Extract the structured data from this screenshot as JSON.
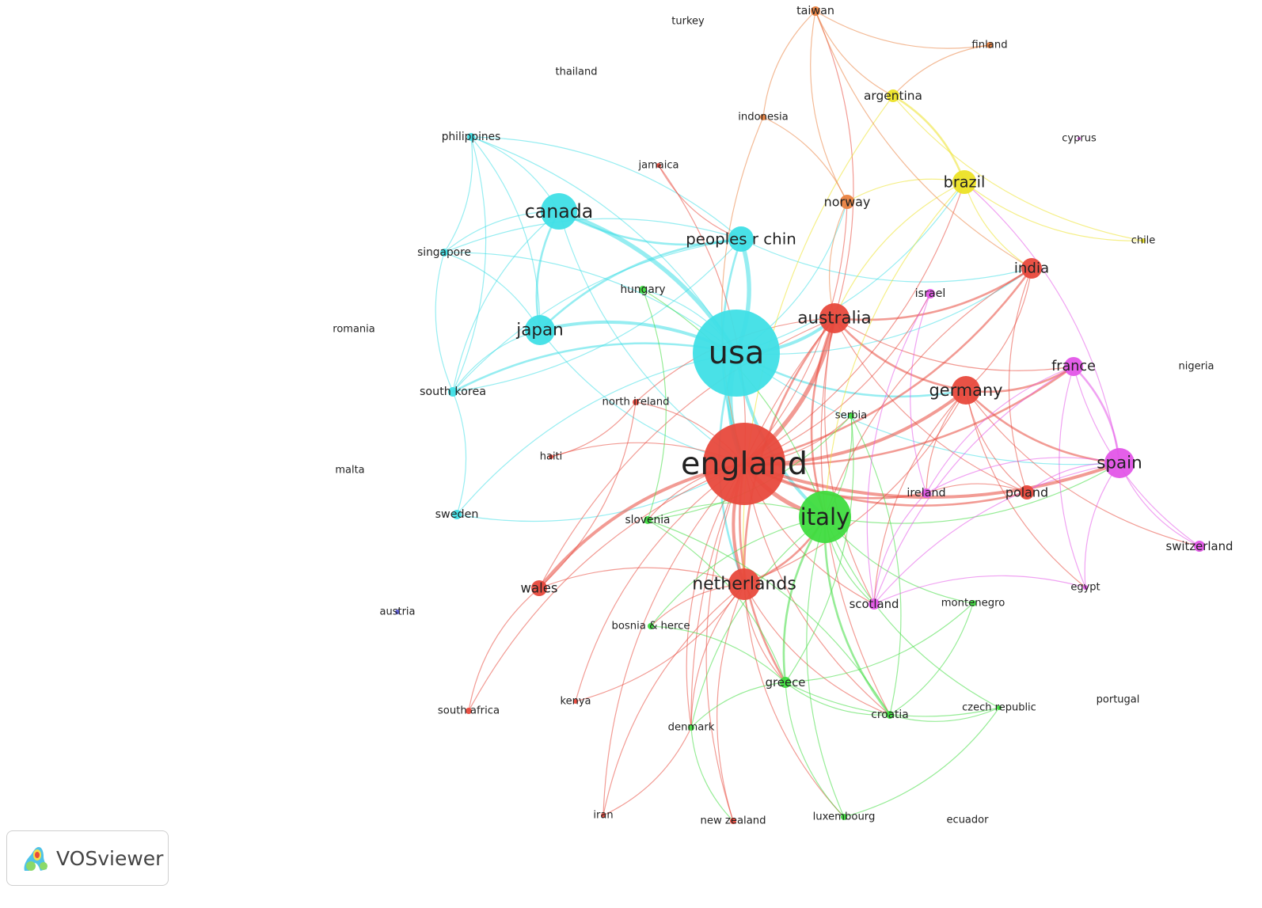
{
  "badge": {
    "label": "VOSviewer",
    "icon": "vosviewer-logo-icon"
  },
  "clusters": {
    "red": "#e8493c",
    "green": "#3fdc3f",
    "cyan": "#3fdfe6",
    "yellow": "#ece226",
    "magenta": "#e356e8",
    "orange": "#ea8240",
    "blue": "#5a5ae0"
  },
  "nodes": [
    {
      "id": "usa",
      "label": "usa",
      "weight": 55,
      "cluster": "cyan"
    },
    {
      "id": "england",
      "label": "england",
      "weight": 52,
      "cluster": "red"
    },
    {
      "id": "italy",
      "label": "italy",
      "weight": 33,
      "cluster": "green"
    },
    {
      "id": "canada",
      "label": "canada",
      "weight": 23,
      "cluster": "cyan"
    },
    {
      "id": "peoples r chin",
      "label": "peoples r chin",
      "weight": 16,
      "cluster": "cyan"
    },
    {
      "id": "japan",
      "label": "japan",
      "weight": 19,
      "cluster": "cyan"
    },
    {
      "id": "australia",
      "label": "australia",
      "weight": 19,
      "cluster": "red"
    },
    {
      "id": "netherlands",
      "label": "netherlands",
      "weight": 20,
      "cluster": "red"
    },
    {
      "id": "germany",
      "label": "germany",
      "weight": 18,
      "cluster": "red"
    },
    {
      "id": "spain",
      "label": "spain",
      "weight": 19,
      "cluster": "magenta"
    },
    {
      "id": "brazil",
      "label": "brazil",
      "weight": 15,
      "cluster": "yellow"
    },
    {
      "id": "india",
      "label": "india",
      "weight": 13,
      "cluster": "red"
    },
    {
      "id": "france",
      "label": "france",
      "weight": 12,
      "cluster": "magenta"
    },
    {
      "id": "wales",
      "label": "wales",
      "weight": 10,
      "cluster": "red"
    },
    {
      "id": "norway",
      "label": "norway",
      "weight": 9,
      "cluster": "orange"
    },
    {
      "id": "poland",
      "label": "poland",
      "weight": 9,
      "cluster": "red"
    },
    {
      "id": "greece",
      "label": "greece",
      "weight": 7,
      "cluster": "green"
    },
    {
      "id": "argentina",
      "label": "argentina",
      "weight": 8,
      "cluster": "yellow"
    },
    {
      "id": "switzerland",
      "label": "switzerland",
      "weight": 7,
      "cluster": "magenta"
    },
    {
      "id": "scotland",
      "label": "scotland",
      "weight": 7,
      "cluster": "magenta"
    },
    {
      "id": "ireland",
      "label": "ireland",
      "weight": 6,
      "cluster": "magenta"
    },
    {
      "id": "israel",
      "label": "israel",
      "weight": 6,
      "cluster": "magenta"
    },
    {
      "id": "taiwan",
      "label": "taiwan",
      "weight": 6,
      "cluster": "orange"
    },
    {
      "id": "sweden",
      "label": "sweden",
      "weight": 6,
      "cluster": "cyan"
    },
    {
      "id": "south korea",
      "label": "south korea",
      "weight": 6,
      "cluster": "cyan"
    },
    {
      "id": "singapore",
      "label": "singapore",
      "weight": 5,
      "cluster": "cyan"
    },
    {
      "id": "philippines",
      "label": "philippines",
      "weight": 5,
      "cluster": "cyan"
    },
    {
      "id": "hungary",
      "label": "hungary",
      "weight": 5,
      "cluster": "green"
    },
    {
      "id": "slovenia",
      "label": "slovenia",
      "weight": 5,
      "cluster": "green"
    },
    {
      "id": "croatia",
      "label": "croatia",
      "weight": 5,
      "cluster": "green"
    },
    {
      "id": "serbia",
      "label": "serbia",
      "weight": 4,
      "cluster": "green"
    },
    {
      "id": "montenegro",
      "label": "montenegro",
      "weight": 4,
      "cluster": "green"
    },
    {
      "id": "bosnia & herce",
      "label": "bosnia & herce",
      "weight": 4,
      "cluster": "green"
    },
    {
      "id": "denmark",
      "label": "denmark",
      "weight": 4,
      "cluster": "green"
    },
    {
      "id": "luxembourg",
      "label": "luxembourg",
      "weight": 4,
      "cluster": "green"
    },
    {
      "id": "czech republic",
      "label": "czech republic",
      "weight": 3,
      "cluster": "green"
    },
    {
      "id": "north ireland",
      "label": "north ireland",
      "weight": 4,
      "cluster": "red"
    },
    {
      "id": "haiti",
      "label": "haiti",
      "weight": 3,
      "cluster": "red"
    },
    {
      "id": "south africa",
      "label": "south africa",
      "weight": 4,
      "cluster": "red"
    },
    {
      "id": "kenya",
      "label": "kenya",
      "weight": 3,
      "cluster": "red"
    },
    {
      "id": "iran",
      "label": "iran",
      "weight": 3,
      "cluster": "red"
    },
    {
      "id": "new zealand",
      "label": "new zealand",
      "weight": 4,
      "cluster": "red"
    },
    {
      "id": "jamaica",
      "label": "jamaica",
      "weight": 3,
      "cluster": "red"
    },
    {
      "id": "egypt",
      "label": "egypt",
      "weight": 3,
      "cluster": "magenta"
    },
    {
      "id": "chile",
      "label": "chile",
      "weight": 3,
      "cluster": "yellow"
    },
    {
      "id": "finland",
      "label": "finland",
      "weight": 4,
      "cluster": "orange"
    },
    {
      "id": "indonesia",
      "label": "indonesia",
      "weight": 4,
      "cluster": "orange"
    },
    {
      "id": "cyprus",
      "label": "cyprus",
      "weight": 2,
      "cluster": "magenta"
    },
    {
      "id": "austria",
      "label": "austria",
      "weight": 3,
      "cluster": "blue"
    },
    {
      "id": "turkey",
      "label": "turkey",
      "weight": 2,
      "cluster": null
    },
    {
      "id": "thailand",
      "label": "thailand",
      "weight": 2,
      "cluster": null
    },
    {
      "id": "romania",
      "label": "romania",
      "weight": 2,
      "cluster": null
    },
    {
      "id": "malta",
      "label": "malta",
      "weight": 2,
      "cluster": null
    },
    {
      "id": "nigeria",
      "label": "nigeria",
      "weight": 2,
      "cluster": null
    },
    {
      "id": "portugal",
      "label": "portugal",
      "weight": 2,
      "cluster": null
    },
    {
      "id": "ecuador",
      "label": "ecuador",
      "weight": 2,
      "cluster": null
    }
  ],
  "links": [
    [
      "usa",
      "england",
      5
    ],
    [
      "usa",
      "canada",
      4
    ],
    [
      "usa",
      "peoples r chin",
      4
    ],
    [
      "usa",
      "japan",
      3
    ],
    [
      "usa",
      "italy",
      3
    ],
    [
      "usa",
      "australia",
      3
    ],
    [
      "usa",
      "netherlands",
      2
    ],
    [
      "usa",
      "germany",
      2
    ],
    [
      "usa",
      "south korea",
      2
    ],
    [
      "usa",
      "singapore",
      1
    ],
    [
      "usa",
      "philippines",
      1
    ],
    [
      "usa",
      "spain",
      1
    ],
    [
      "usa",
      "brazil",
      1
    ],
    [
      "usa",
      "india",
      1
    ],
    [
      "usa",
      "norway",
      1
    ],
    [
      "usa",
      "sweden",
      1
    ],
    [
      "usa",
      "hungary",
      1
    ],
    [
      "canada",
      "peoples r chin",
      2
    ],
    [
      "canada",
      "japan",
      2
    ],
    [
      "canada",
      "singapore",
      1
    ],
    [
      "canada",
      "south korea",
      1
    ],
    [
      "canada",
      "philippines",
      1
    ],
    [
      "canada",
      "england",
      1
    ],
    [
      "peoples r chin",
      "japan",
      2
    ],
    [
      "peoples r chin",
      "philippines",
      1
    ],
    [
      "peoples r chin",
      "singapore",
      1
    ],
    [
      "peoples r chin",
      "south korea",
      1
    ],
    [
      "peoples r chin",
      "england",
      2
    ],
    [
      "peoples r chin",
      "india",
      1
    ],
    [
      "japan",
      "singapore",
      1
    ],
    [
      "japan",
      "south korea",
      1
    ],
    [
      "japan",
      "philippines",
      1
    ],
    [
      "japan",
      "england",
      1
    ],
    [
      "singapore",
      "philippines",
      1
    ],
    [
      "singapore",
      "south korea",
      1
    ],
    [
      "south korea",
      "philippines",
      1
    ],
    [
      "south korea",
      "peoples r chin",
      1
    ],
    [
      "sweden",
      "south korea",
      1
    ],
    [
      "sweden",
      "england",
      1
    ],
    [
      "england",
      "italy",
      4
    ],
    [
      "england",
      "australia",
      4
    ],
    [
      "england",
      "netherlands",
      3
    ],
    [
      "england",
      "germany",
      3
    ],
    [
      "england",
      "spain",
      3
    ],
    [
      "england",
      "wales",
      3
    ],
    [
      "england",
      "india",
      2
    ],
    [
      "england",
      "poland",
      2
    ],
    [
      "england",
      "france",
      2
    ],
    [
      "england",
      "ireland",
      2
    ],
    [
      "england",
      "scotland",
      1
    ],
    [
      "england",
      "greece",
      2
    ],
    [
      "england",
      "slovenia",
      1
    ],
    [
      "england",
      "croatia",
      1
    ],
    [
      "england",
      "denmark",
      1
    ],
    [
      "england",
      "new zealand",
      1
    ],
    [
      "england",
      "south africa",
      1
    ],
    [
      "england",
      "kenya",
      1
    ],
    [
      "england",
      "haiti",
      1
    ],
    [
      "england",
      "north ireland",
      1
    ],
    [
      "england",
      "serbia",
      1
    ],
    [
      "england",
      "brazil",
      1
    ],
    [
      "england",
      "norway",
      1
    ],
    [
      "england",
      "israel",
      1
    ],
    [
      "england",
      "iran",
      1
    ],
    [
      "england",
      "jamaica",
      1
    ],
    [
      "australia",
      "germany",
      2
    ],
    [
      "australia",
      "india",
      2
    ],
    [
      "australia",
      "netherlands",
      2
    ],
    [
      "australia",
      "italy",
      2
    ],
    [
      "australia",
      "poland",
      1
    ],
    [
      "australia",
      "taiwan",
      1
    ],
    [
      "australia",
      "wales",
      1
    ],
    [
      "australia",
      "france",
      1
    ],
    [
      "australia",
      "north ireland",
      1
    ],
    [
      "australia",
      "scotland",
      1
    ],
    [
      "australia",
      "croatia",
      1
    ],
    [
      "australia",
      "denmark",
      1
    ],
    [
      "netherlands",
      "italy",
      2
    ],
    [
      "netherlands",
      "germany",
      1
    ],
    [
      "netherlands",
      "wales",
      1
    ],
    [
      "netherlands",
      "greece",
      1
    ],
    [
      "netherlands",
      "new zealand",
      1
    ],
    [
      "netherlands",
      "iran",
      1
    ],
    [
      "netherlands",
      "bosnia & herce",
      1
    ],
    [
      "netherlands",
      "croatia",
      1
    ],
    [
      "netherlands",
      "luxembourg",
      1
    ],
    [
      "netherlands",
      "denmark",
      1
    ],
    [
      "italy",
      "greece",
      2
    ],
    [
      "italy",
      "croatia",
      2
    ],
    [
      "italy",
      "slovenia",
      1
    ],
    [
      "italy",
      "serbia",
      1
    ],
    [
      "italy",
      "montenegro",
      1
    ],
    [
      "italy",
      "bosnia & herce",
      1
    ],
    [
      "italy",
      "luxembourg",
      1
    ],
    [
      "italy",
      "czech republic",
      1
    ],
    [
      "italy",
      "denmark",
      1
    ],
    [
      "italy",
      "hungary",
      1
    ],
    [
      "italy",
      "spain",
      1
    ],
    [
      "italy",
      "scotland",
      1
    ],
    [
      "greece",
      "croatia",
      1
    ],
    [
      "greece",
      "slovenia",
      1
    ],
    [
      "greece",
      "serbia",
      1
    ],
    [
      "greece",
      "montenegro",
      1
    ],
    [
      "greece",
      "luxembourg",
      1
    ],
    [
      "greece",
      "denmark",
      1
    ],
    [
      "greece",
      "czech republic",
      1
    ],
    [
      "greece",
      "bosnia & herce",
      1
    ],
    [
      "croatia",
      "montenegro",
      1
    ],
    [
      "croatia",
      "serbia",
      1
    ],
    [
      "croatia",
      "slovenia",
      1
    ],
    [
      "croatia",
      "czech republic",
      1
    ],
    [
      "slovenia",
      "serbia",
      1
    ],
    [
      "slovenia",
      "hungary",
      1
    ],
    [
      "luxembourg",
      "czech republic",
      1
    ],
    [
      "germany",
      "france",
      2
    ],
    [
      "germany",
      "spain",
      2
    ],
    [
      "germany",
      "india",
      1
    ],
    [
      "germany",
      "poland",
      1
    ],
    [
      "germany",
      "ireland",
      1
    ],
    [
      "germany",
      "switzerland",
      1
    ],
    [
      "germany",
      "egypt",
      1
    ],
    [
      "germany",
      "scotland",
      1
    ],
    [
      "spain",
      "france",
      2
    ],
    [
      "spain",
      "switzerland",
      1
    ],
    [
      "spain",
      "egypt",
      1
    ],
    [
      "spain",
      "ireland",
      1
    ],
    [
      "spain",
      "scotland",
      1
    ],
    [
      "spain",
      "poland",
      1
    ],
    [
      "spain",
      "brazil",
      1
    ],
    [
      "france",
      "switzerland",
      1
    ],
    [
      "france",
      "egypt",
      1
    ],
    [
      "france",
      "ireland",
      1
    ],
    [
      "france",
      "scotland",
      1
    ],
    [
      "israel",
      "scotland",
      1
    ],
    [
      "israel",
      "ireland",
      1
    ],
    [
      "ireland",
      "scotland",
      1
    ],
    [
      "egypt",
      "scotland",
      1
    ],
    [
      "brazil",
      "argentina",
      2
    ],
    [
      "brazil",
      "chile",
      1
    ],
    [
      "brazil",
      "norway",
      1
    ],
    [
      "brazil",
      "india",
      1
    ],
    [
      "brazil",
      "australia",
      1
    ],
    [
      "brazil",
      "italy",
      1
    ],
    [
      "argentina",
      "chile",
      1
    ],
    [
      "argentina",
      "netherlands",
      1
    ],
    [
      "taiwan",
      "finland",
      1
    ],
    [
      "taiwan",
      "norway",
      1
    ],
    [
      "taiwan",
      "argentina",
      1
    ],
    [
      "taiwan",
      "indonesia",
      1
    ],
    [
      "taiwan",
      "india",
      1
    ],
    [
      "finland",
      "argentina",
      1
    ],
    [
      "norway",
      "indonesia",
      1
    ],
    [
      "norway",
      "australia",
      1
    ],
    [
      "indonesia",
      "england",
      1
    ],
    [
      "jamaica",
      "peoples r chin",
      1
    ],
    [
      "wales",
      "south africa",
      1
    ],
    [
      "wales",
      "north ireland",
      1
    ],
    [
      "haiti",
      "north ireland",
      1
    ],
    [
      "kenya",
      "netherlands",
      1
    ],
    [
      "denmark",
      "new zealand",
      1
    ],
    [
      "iran",
      "denmark",
      1
    ],
    [
      "india",
      "poland",
      1
    ],
    [
      "india",
      "italy",
      1
    ],
    [
      "poland",
      "ireland",
      1
    ]
  ]
}
